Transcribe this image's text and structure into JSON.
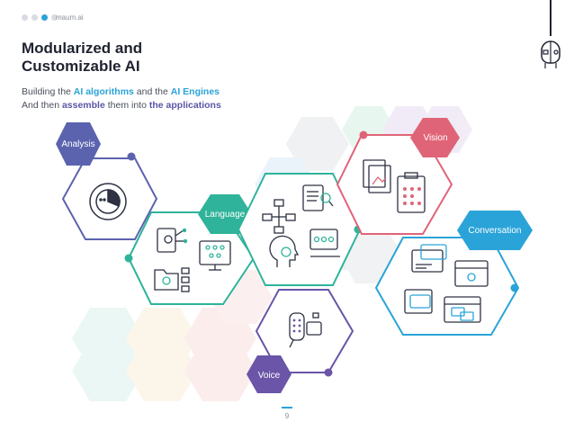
{
  "header": {
    "brand": "maum.ai"
  },
  "title_line1": "Modularized and",
  "title_line2": "Customizable AI",
  "subtitle": {
    "l1_a": "Building the ",
    "l1_b": "AI algorithms",
    "l1_c": " and the ",
    "l1_d": "AI Engines",
    "l2_a": "And then ",
    "l2_b": "assemble",
    "l2_c": " them into ",
    "l2_d": "the applications"
  },
  "modules": {
    "analysis": "Analysis",
    "language": "Language",
    "vision": "Vision",
    "conversation": "Conversation",
    "voice": "Voice"
  },
  "colors": {
    "analysis": "#5b63ae",
    "language": "#2fb39a",
    "vision": "#e06477",
    "conversation": "#2aa3d8",
    "voice": "#6a55a8"
  },
  "footer": {
    "page": "9"
  }
}
